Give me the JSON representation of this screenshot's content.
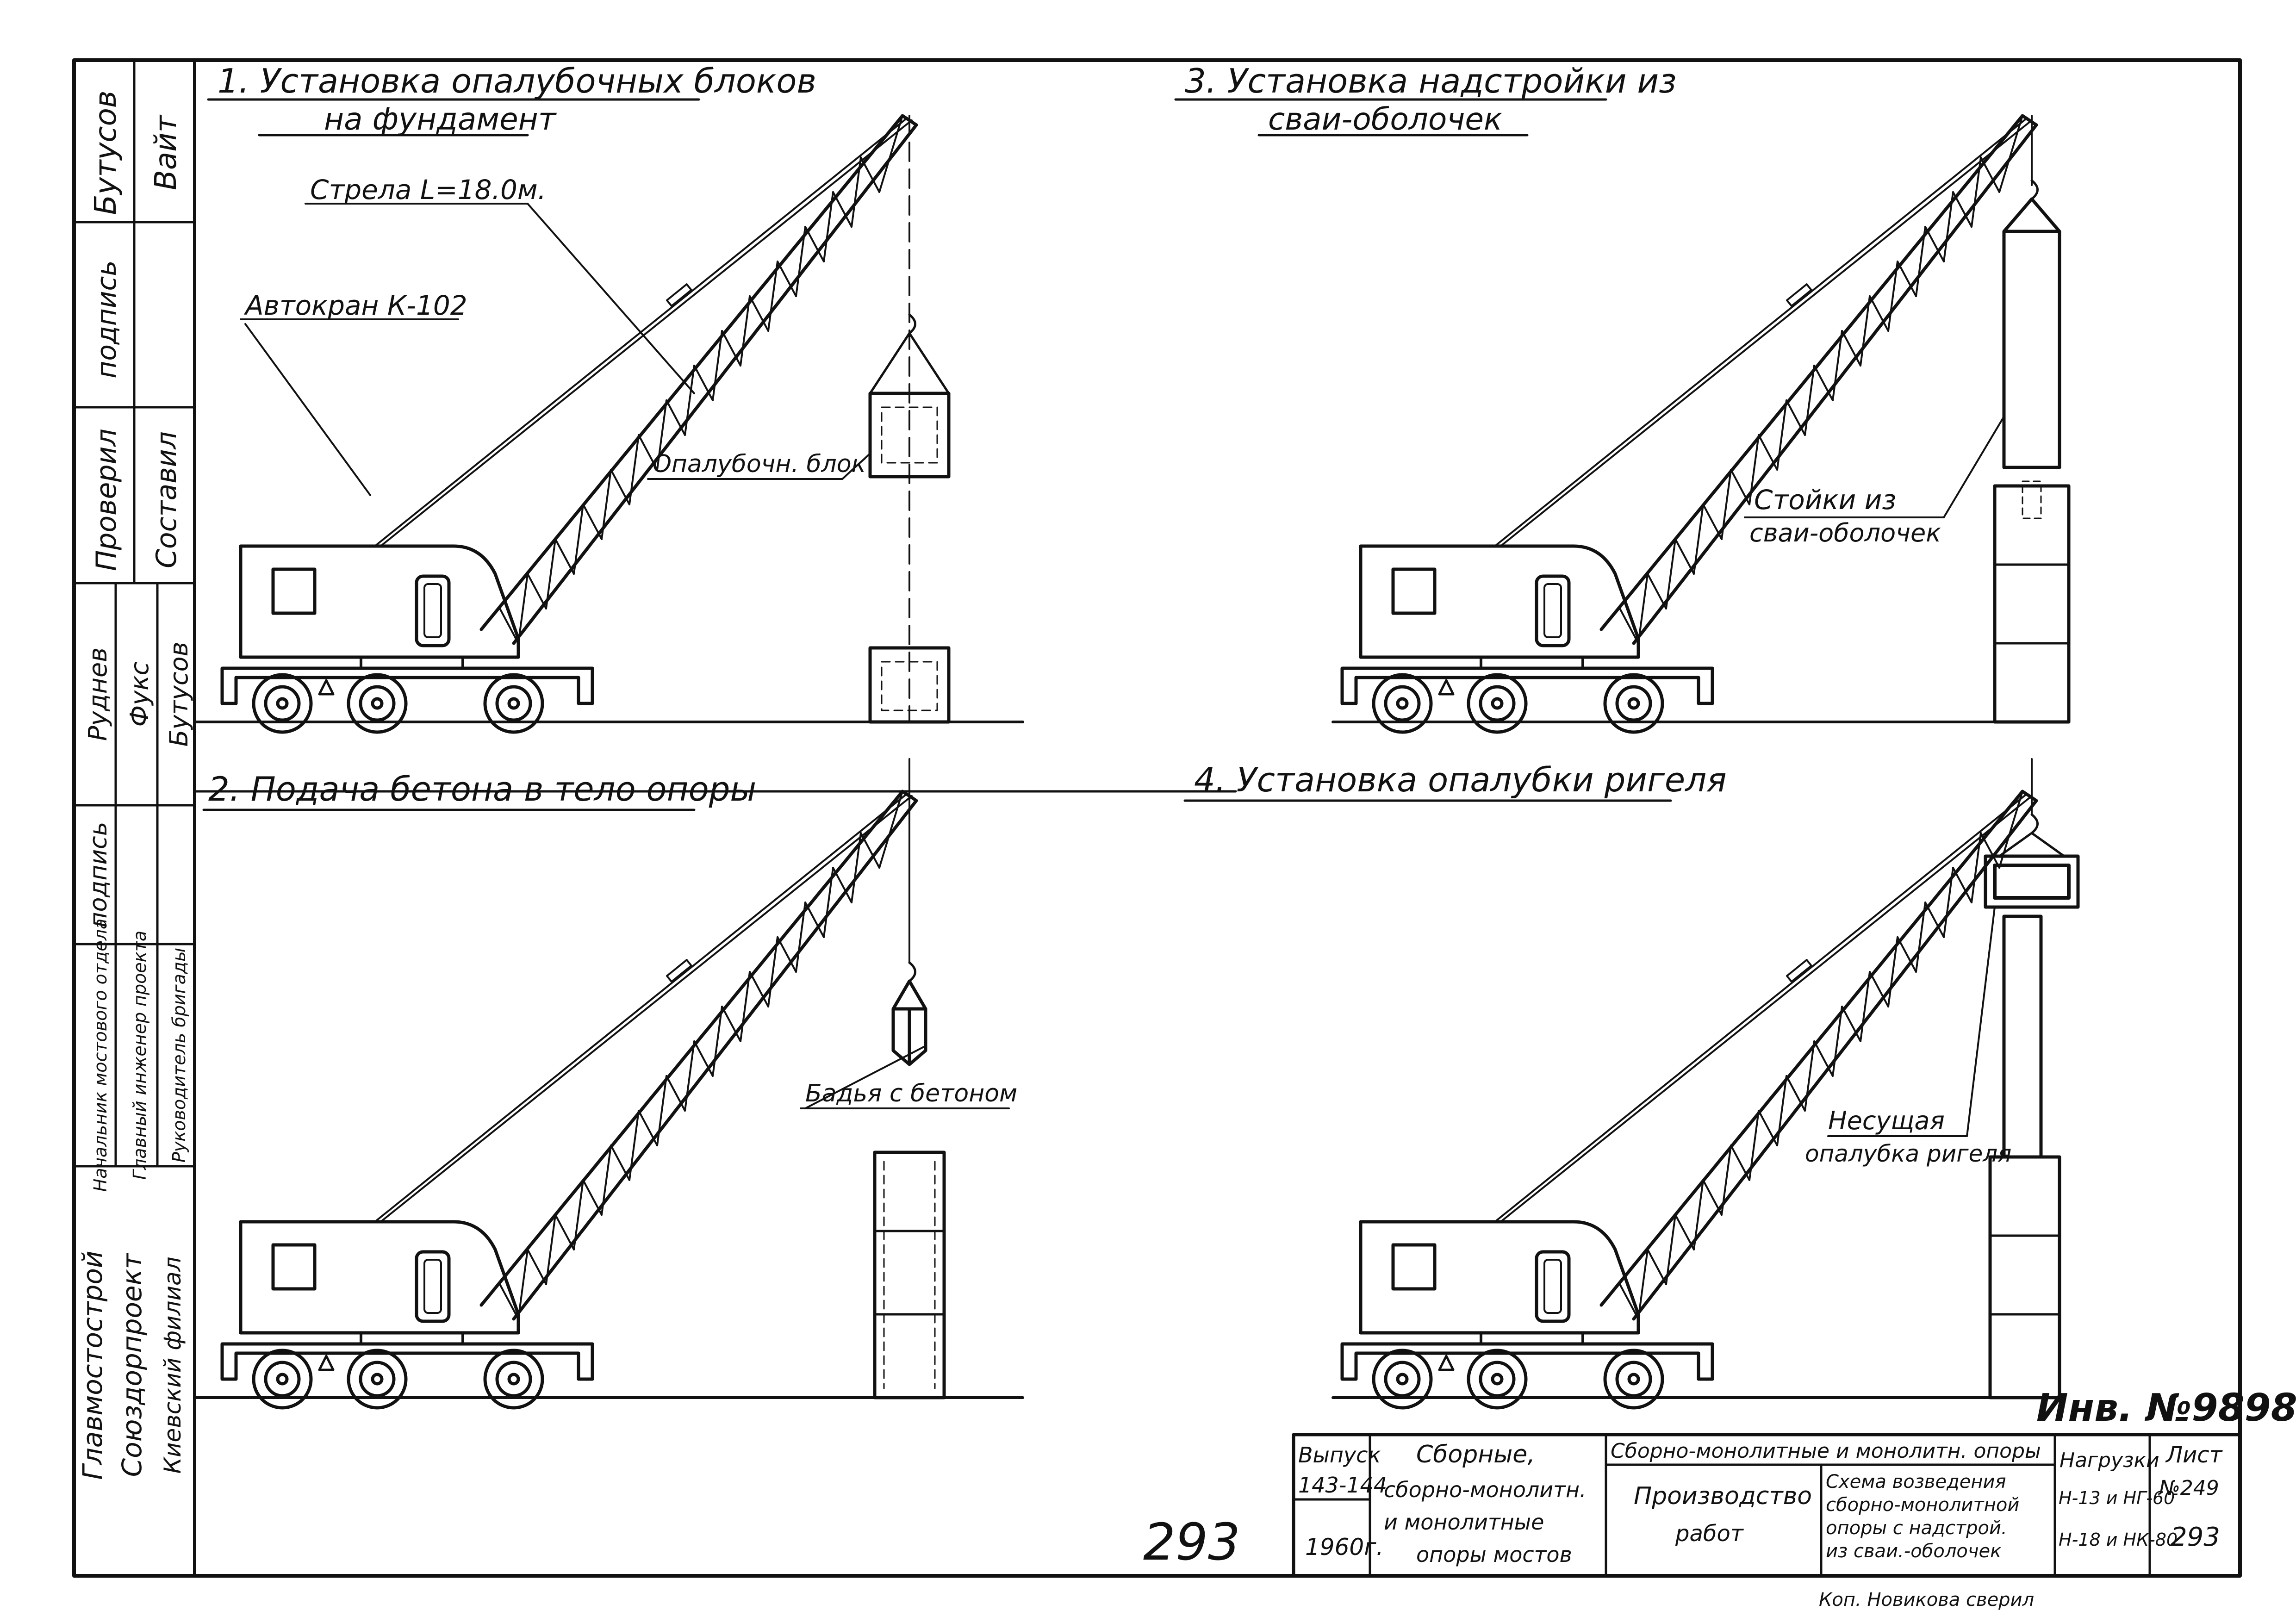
{
  "panels": [
    {
      "title_line1": "1. Установка опалубочных блоков",
      "title_line2": "на фундамент"
    },
    {
      "title_line1": "2. Подача бетона в тело опоры"
    },
    {
      "title_line1": "3. Установка надстройки из",
      "title_line2": "сваи-оболочек"
    },
    {
      "title_line1": "4. Установка опалубки ригеля"
    }
  ],
  "callouts": {
    "boom": "Стрела L=18.0м.",
    "crane": "Автокран К-102",
    "formwork_block": "Опалубочн. блок",
    "bucket": "Бадья с бетоном",
    "posts_line1": "Стойки из",
    "posts_line2": "сваи-оболочек",
    "girder_line1": "Несущая",
    "girder_line2": "опалубка ригеля"
  },
  "side_stamp": {
    "role_left": [
      "Бутусов",
      "подпись",
      "Проверил"
    ],
    "role_right": [
      "Вайт",
      "",
      "Составил"
    ],
    "block2": [
      "Руднев",
      "Фукс",
      "Бутусов"
    ],
    "block2_sign": "подпись",
    "titles": [
      "Начальник мостового отдела",
      "Главный инженер проекта",
      "Руководитель бригады"
    ],
    "org": [
      "Главмостострой",
      "Союздорпроект",
      "Киевский филиал"
    ]
  },
  "title_block": {
    "inv": "Инв. №9898",
    "issue_label": "Выпуск",
    "issue": "143-144",
    "year": "1960г.",
    "series_line1": "Сборные,",
    "series_line2": "сборно-монолитн.",
    "series_line3": "и монолитные",
    "series_line4": "опоры мостов",
    "header": "Сборно-монолитные и монолитн. опоры",
    "section_line1": "Производство",
    "section_line2": "работ",
    "scheme_line1": "Схема возведения",
    "scheme_line2": "сборно-монолитной",
    "scheme_line3": "опоры с надстрой.",
    "scheme_line4": "из сваи.-оболочек",
    "loads_label": "Нагрузки",
    "loads_line1": "Н-13 и НГ-60",
    "loads_line2": "Н-18 и НК-80",
    "sheet_label": "Лист",
    "sheet_no": "№249",
    "page": "293"
  },
  "page_number_handwritten": "293",
  "footer_signature": "Коп. Новикова  сверил"
}
